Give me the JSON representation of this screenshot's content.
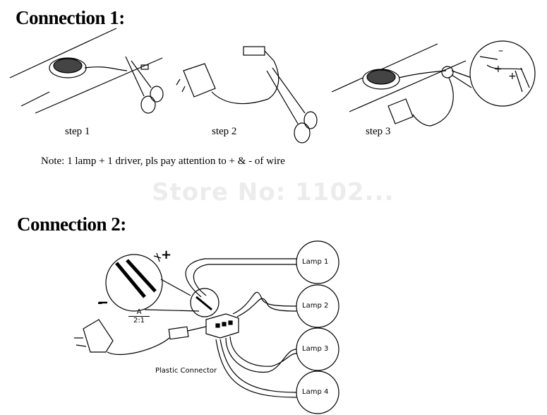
{
  "connection1": {
    "title": "Connection 1:",
    "steps": [
      "step 1",
      "step 2",
      "step 3"
    ],
    "note": "Note:  1 lamp + 1 driver, pls pay attention to + & - of wire"
  },
  "connection2": {
    "title": "Connection 2:",
    "plus": "+",
    "minus": "-",
    "ratio_num": "A",
    "ratio_den": "2:1",
    "connector_label": "Plastic Connector",
    "lamps": [
      "Lamp 1",
      "Lamp 2",
      "Lamp 3",
      "Lamp 4"
    ]
  },
  "step3_polarity": {
    "minus": "–",
    "plus1": "+",
    "plus2": "+"
  },
  "watermark": "Store No: 1102..."
}
